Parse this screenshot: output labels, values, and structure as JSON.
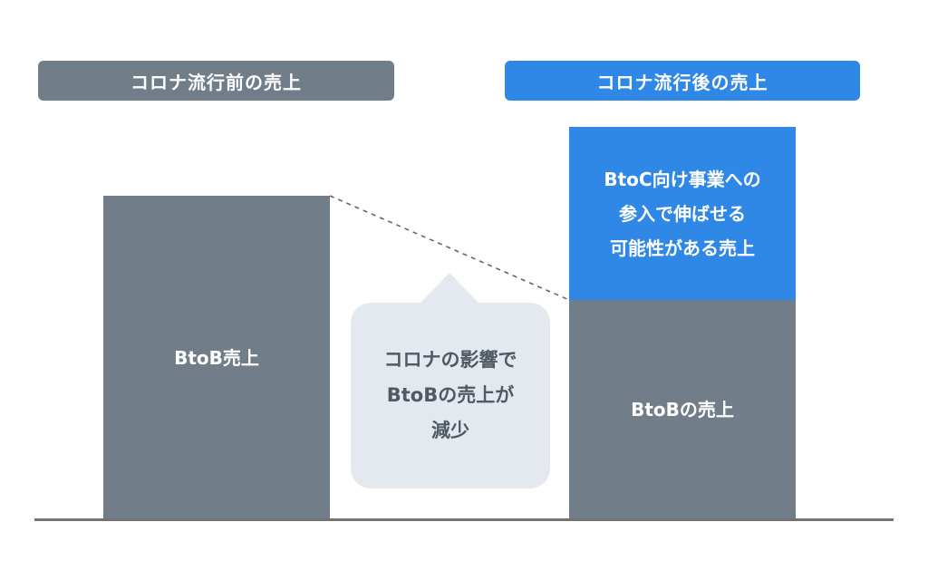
{
  "headers": {
    "before": "コロナ流行前の売上",
    "after": "コロナ流行後の売上"
  },
  "bars": {
    "before_btob": "BtoB売上",
    "after_btob": "BtoBの売上",
    "after_btoc_lines": [
      "BtoC向け事業への",
      "参入で伸ばせる",
      "可能性がある売上"
    ]
  },
  "callout": {
    "lines": [
      "コロナの影響で",
      "BtoBの売上が",
      "減少"
    ]
  },
  "colors": {
    "gray": "#717e89",
    "blue": "#2f87e6",
    "callout_bg": "#e3e9ef",
    "callout_text": "#505a64",
    "baseline": "#737373"
  }
}
